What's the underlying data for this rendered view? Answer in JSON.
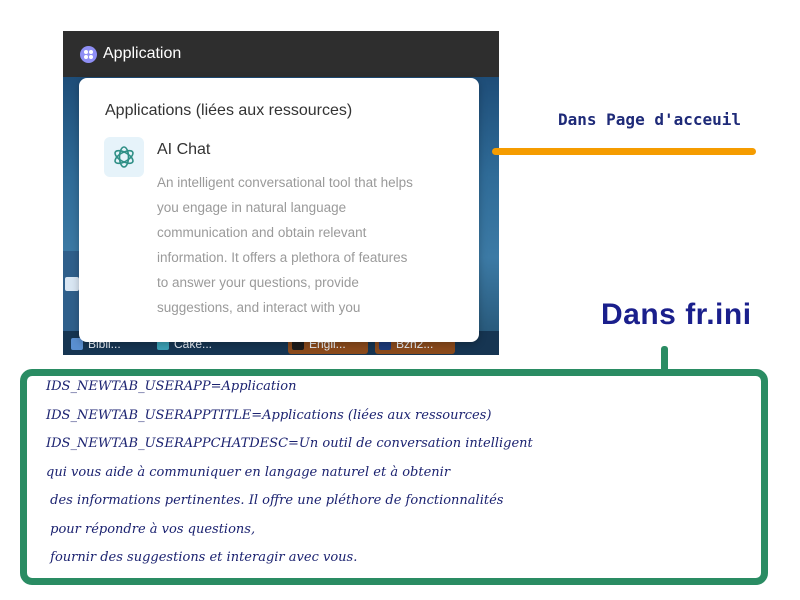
{
  "screenshot": {
    "topbar": {
      "title": "Application",
      "icon": "app-grid-icon",
      "icon_color": "#8f8ff5"
    },
    "bookmarks": [
      {
        "label": "Bibli...",
        "color": "#5a8fd0"
      },
      {
        "label": "Cake...",
        "color": "#3aa0b5"
      },
      {
        "label": "Engli...",
        "color": "#b86a2a"
      },
      {
        "label": "Bzn2...",
        "color": "#b86a2a"
      }
    ],
    "card": {
      "title": "Applications (liées aux ressources)",
      "item": {
        "icon": "openai-knot-icon",
        "icon_bg": "#e6f3fa",
        "name": "AI Chat",
        "description_lines": [
          "An intelligent conversational tool that helps",
          "you engage in natural language",
          "communication and obtain relevant",
          "information. It offers a plethora of features",
          "to answer your questions, provide",
          "suggestions, and interact with you"
        ]
      }
    }
  },
  "annotations": {
    "home_label": "Dans Page d'acceuil",
    "home_line_color": "#f59c00",
    "fr_label": "Dans fr.ini",
    "fr_box_color": "#2a8c63",
    "fr_lines": [
      "IDS_NEWTAB_USERAPP=Application",
      "IDS_NEWTAB_USERAPPTITLE=Applications (liées aux ressources)",
      "IDS_NEWTAB_USERAPPCHATDESC=Un outil de conversation intelligent",
      "qui vous aide à communiquer en langage naturel et à obtenir",
      " des informations pertinentes. Il offre une pléthore de fonctionnalités",
      " pour répondre à vos questions,",
      " fournir des suggestions et interagir avec vous."
    ]
  }
}
